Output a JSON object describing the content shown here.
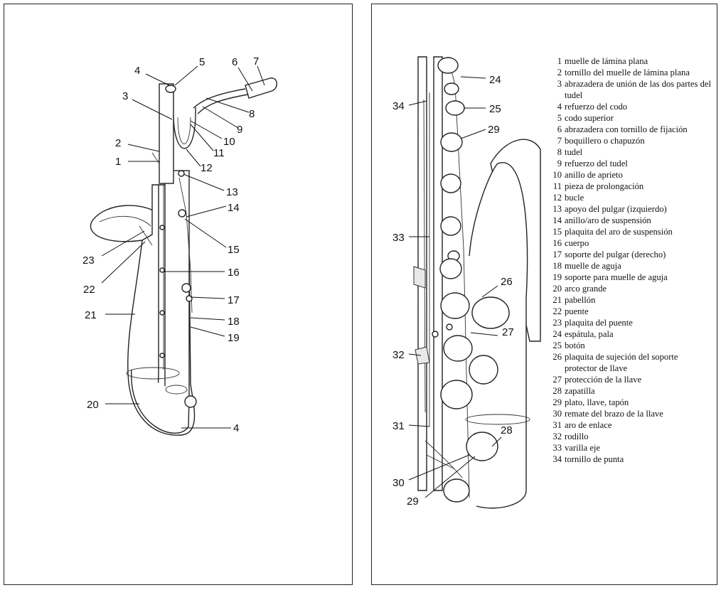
{
  "left_callouts": [
    "1",
    "2",
    "3",
    "4",
    "5",
    "6",
    "7",
    "8",
    "9",
    "10",
    "11",
    "12",
    "13",
    "14",
    "15",
    "16",
    "17",
    "18",
    "19",
    "20",
    "21",
    "22",
    "23",
    "4"
  ],
  "right_callouts": [
    "24",
    "25",
    "34",
    "29",
    "33",
    "26",
    "27",
    "32",
    "28",
    "31",
    "30",
    "29"
  ],
  "legend": [
    {
      "num": "1",
      "text": "muelle de lámina plana"
    },
    {
      "num": "2",
      "text": "tornillo del muelle de lámina plana"
    },
    {
      "num": "3",
      "text": "abrazadera de unión de las dos partes del tudel"
    },
    {
      "num": "4",
      "text": "refuerzo del codo"
    },
    {
      "num": "5",
      "text": "codo superior"
    },
    {
      "num": "6",
      "text": "abrazadera con tornillo de fijación"
    },
    {
      "num": "7",
      "text": "boquillero o chapuzón"
    },
    {
      "num": "8",
      "text": "tudel"
    },
    {
      "num": "9",
      "text": "refuerzo del tudel"
    },
    {
      "num": "10",
      "text": "anillo de aprieto"
    },
    {
      "num": "11",
      "text": "pieza de prolongación"
    },
    {
      "num": "12",
      "text": "bucle"
    },
    {
      "num": "13",
      "text": "apoyo del pulgar (izquierdo)"
    },
    {
      "num": "14",
      "text": "anillo/aro de suspensión"
    },
    {
      "num": "15",
      "text": "plaquita del aro de suspensión"
    },
    {
      "num": "16",
      "text": "cuerpo"
    },
    {
      "num": "17",
      "text": "soporte del pulgar (derecho)"
    },
    {
      "num": "18",
      "text": "muelle de aguja"
    },
    {
      "num": "19",
      "text": "soporte para muelle de aguja"
    },
    {
      "num": "20",
      "text": "arco grande"
    },
    {
      "num": "21",
      "text": "pabellón"
    },
    {
      "num": "22",
      "text": "puente"
    },
    {
      "num": "23",
      "text": "plaquita del puente"
    },
    {
      "num": "24",
      "text": "espátula, pala"
    },
    {
      "num": "25",
      "text": "botón"
    },
    {
      "num": "26",
      "text": "plaquita de sujeción del soporte protector de llave"
    },
    {
      "num": "27",
      "text": "protección de la llave"
    },
    {
      "num": "28",
      "text": "zapatilla"
    },
    {
      "num": "29",
      "text": "plato, llave, tapón"
    },
    {
      "num": "30",
      "text": "remate del brazo de la llave"
    },
    {
      "num": "31",
      "text": "aro de enlace"
    },
    {
      "num": "32",
      "text": "rodillo"
    },
    {
      "num": "33",
      "text": "varilla eje"
    },
    {
      "num": "34",
      "text": "tornillo de punta"
    }
  ]
}
